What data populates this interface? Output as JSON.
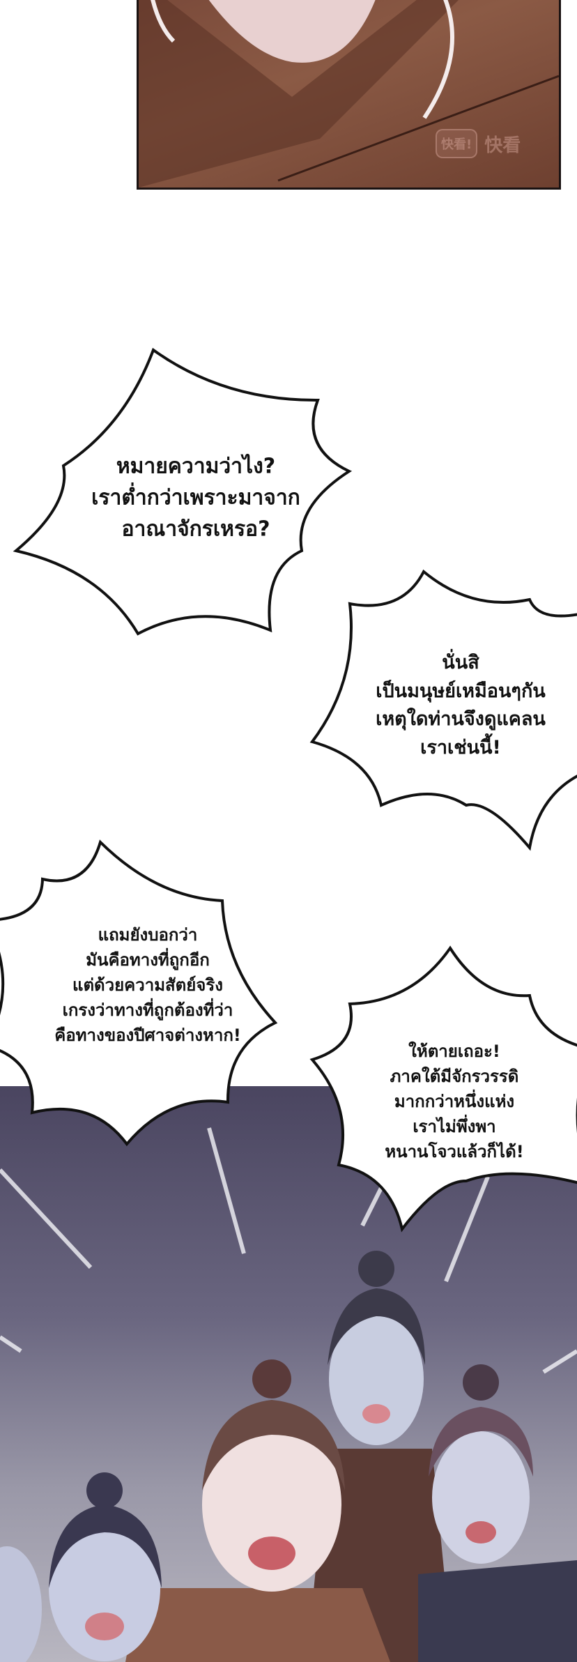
{
  "watermark": {
    "badge": "快看!",
    "text": "快看"
  },
  "bubbles": [
    {
      "lines": [
        "หมายความว่าไง?",
        "เราต่ำกว่าเพราะมาจาก",
        "อาณาจักรเหรอ?"
      ]
    },
    {
      "lines": [
        "นั่นสิ",
        "เป็นมนุษย์เหมือนๆกัน",
        "เหตุใดท่านจึงดูแคลน",
        "เราเช่นนี้!"
      ]
    },
    {
      "lines": [
        "แถมยังบอกว่า",
        "มันคือทางที่ถูกอีก",
        "แต่ด้วยความสัตย์จริง",
        "เกรงว่าทางที่ถูกต้องที่ว่า",
        "คือทางของปีศาจต่างหาก!"
      ]
    },
    {
      "lines": [
        "ให้ตายเถอะ!",
        "ภาคใต้มีจักรวรรดิ",
        "มากกว่าหนึ่งแห่ง",
        "เราไม่พึ่งพา",
        "หนานโจวแล้วก็ได้!"
      ]
    }
  ],
  "colors": {
    "top_panel": "#7a4a3a",
    "sky": "#4a4560",
    "outline": "#111111"
  }
}
